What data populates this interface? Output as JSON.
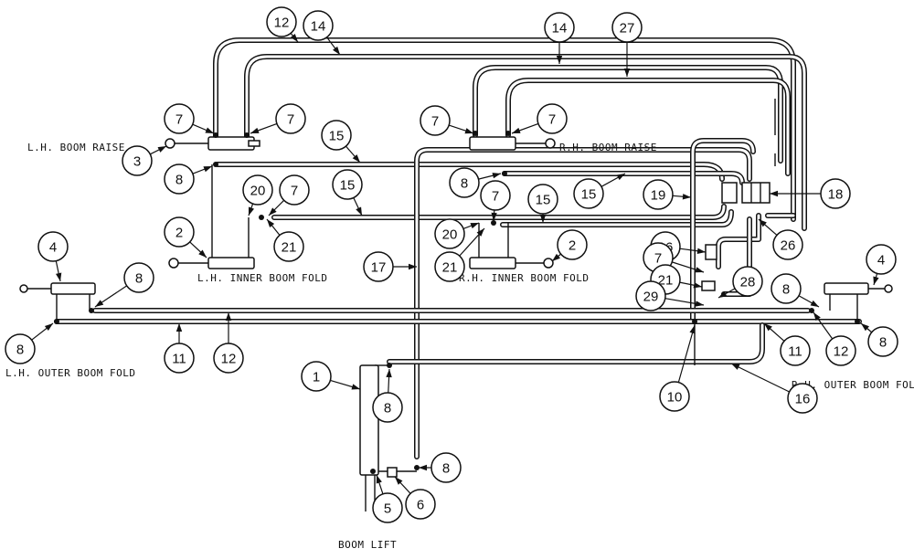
{
  "labels": {
    "lh_boom_raise": "L.H. BOOM RAISE",
    "rh_boom_raise": "R.H. BOOM RAISE",
    "lh_inner_boom_fold": "L.H. INNER BOOM FOLD",
    "rh_inner_boom_fold": "R.H. INNER BOOM FOLD",
    "lh_outer_boom_fold": "L.H. OUTER BOOM FOLD",
    "rh_outer_boom_fold": "R.H. OUTER BOOM FOL",
    "boom_lift": "BOOM LIFT"
  },
  "callouts": [
    {
      "id": "c12a",
      "text": "12"
    },
    {
      "id": "c14a",
      "text": "14"
    },
    {
      "id": "c14b",
      "text": "14"
    },
    {
      "id": "c27",
      "text": "27"
    },
    {
      "id": "c7a",
      "text": "7"
    },
    {
      "id": "c7b",
      "text": "7"
    },
    {
      "id": "c7c",
      "text": "7"
    },
    {
      "id": "c7d",
      "text": "7"
    },
    {
      "id": "c3",
      "text": "3"
    },
    {
      "id": "c15a",
      "text": "15"
    },
    {
      "id": "c8a",
      "text": "8"
    },
    {
      "id": "c8b",
      "text": "8"
    },
    {
      "id": "c15b",
      "text": "15"
    },
    {
      "id": "c15c",
      "text": "15"
    },
    {
      "id": "c19",
      "text": "19"
    },
    {
      "id": "c18",
      "text": "18"
    },
    {
      "id": "c20a",
      "text": "20"
    },
    {
      "id": "c7e",
      "text": "7"
    },
    {
      "id": "c7f",
      "text": "7"
    },
    {
      "id": "c15d",
      "text": "15"
    },
    {
      "id": "c21a",
      "text": "21"
    },
    {
      "id": "c2a",
      "text": "2"
    },
    {
      "id": "c20b",
      "text": "20"
    },
    {
      "id": "c2b",
      "text": "2"
    },
    {
      "id": "c26",
      "text": "26"
    },
    {
      "id": "c16a",
      "text": "16"
    },
    {
      "id": "c4a",
      "text": "4"
    },
    {
      "id": "c4b",
      "text": "4"
    },
    {
      "id": "c17",
      "text": "17"
    },
    {
      "id": "c21b",
      "text": "21"
    },
    {
      "id": "c7g",
      "text": "7"
    },
    {
      "id": "c21c",
      "text": "21"
    },
    {
      "id": "c28",
      "text": "28"
    },
    {
      "id": "c8c",
      "text": "8"
    },
    {
      "id": "c8d",
      "text": "8"
    },
    {
      "id": "c29",
      "text": "29"
    },
    {
      "id": "c8e",
      "text": "8"
    },
    {
      "id": "c11a",
      "text": "11"
    },
    {
      "id": "c12b",
      "text": "12"
    },
    {
      "id": "c11b",
      "text": "11"
    },
    {
      "id": "c12c",
      "text": "12"
    },
    {
      "id": "c8f",
      "text": "8"
    },
    {
      "id": "c1",
      "text": "1"
    },
    {
      "id": "c8g",
      "text": "8"
    },
    {
      "id": "c10",
      "text": "10"
    },
    {
      "id": "c16b",
      "text": "16"
    },
    {
      "id": "c8h",
      "text": "8"
    },
    {
      "id": "c5",
      "text": "5"
    },
    {
      "id": "c6",
      "text": "6"
    }
  ]
}
